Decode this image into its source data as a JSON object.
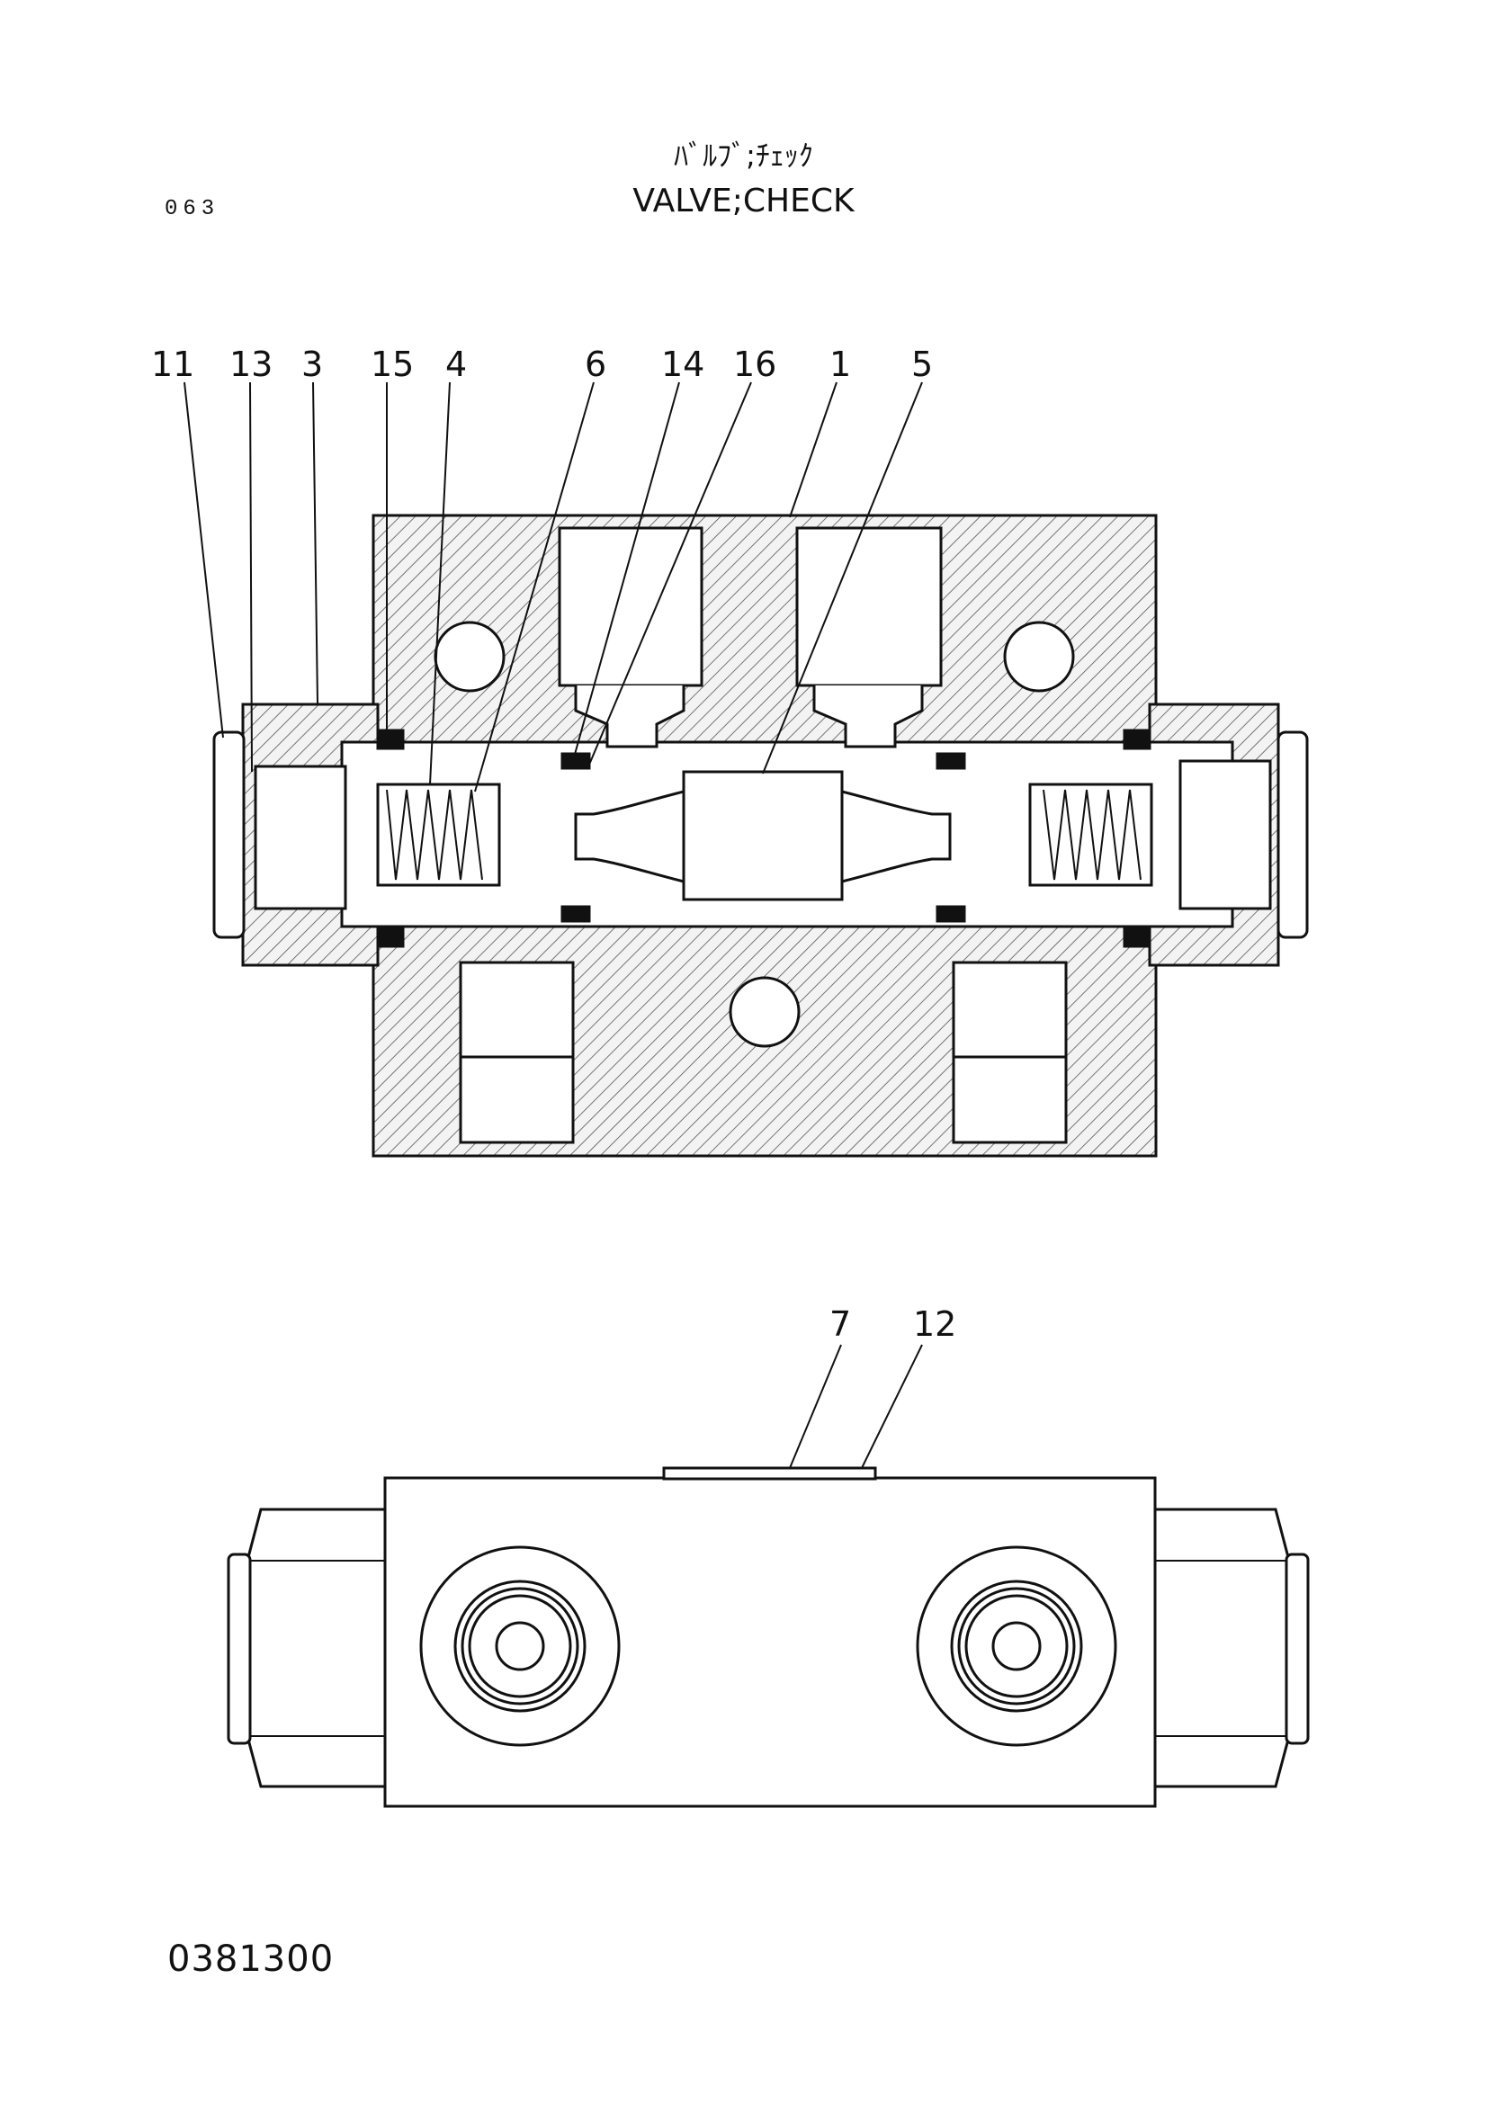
{
  "header": {
    "page_code": "063",
    "title_jp": "ﾊﾞﾙﾌﾞ;ﾁｪｯｸ",
    "title_en": "VALVE;CHECK"
  },
  "footer": {
    "drawing_number": "0381300"
  },
  "callouts": {
    "section_view": [
      "11",
      "13",
      "3",
      "15",
      "4",
      "6",
      "14",
      "16",
      "1",
      "5"
    ],
    "top_view": [
      "7",
      "12"
    ]
  },
  "colors": {
    "ink": "#111111",
    "paper": "#ffffff"
  }
}
